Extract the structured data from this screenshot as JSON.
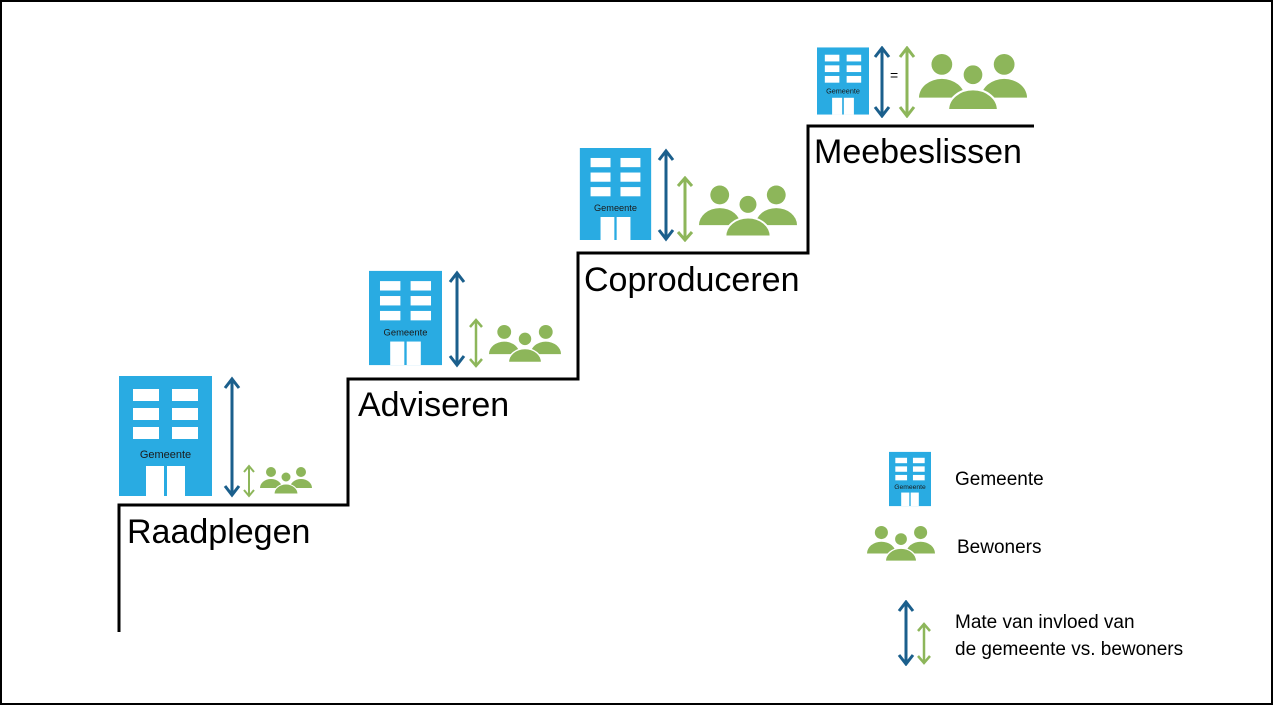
{
  "colors": {
    "building": "#29abe2",
    "building_text": "#1a1a1a",
    "gemeente_arrow": "#1b5f8c",
    "bewoners_arrow": "#8db65a",
    "people": "#8db65a",
    "stairs": "#000000"
  },
  "steps": [
    {
      "label": "Raadplegen",
      "building_label": "Gemeente"
    },
    {
      "label": "Adviseren",
      "building_label": "Gemeente"
    },
    {
      "label": "Coproduceren",
      "building_label": "Gemeente"
    },
    {
      "label": "Meebeslissen",
      "building_label": "Gemeente",
      "equals_sign": "="
    }
  ],
  "legend": {
    "gemeente": {
      "label": "Gemeente",
      "building_label": "Gemeente",
      "icon": "building-icon"
    },
    "bewoners": {
      "label": "Bewoners",
      "icon": "people-icon"
    },
    "invloed": {
      "line1": "Mate van invloed van",
      "line2": "de gemeente vs. bewoners",
      "icon": "double-arrow-icon"
    }
  }
}
